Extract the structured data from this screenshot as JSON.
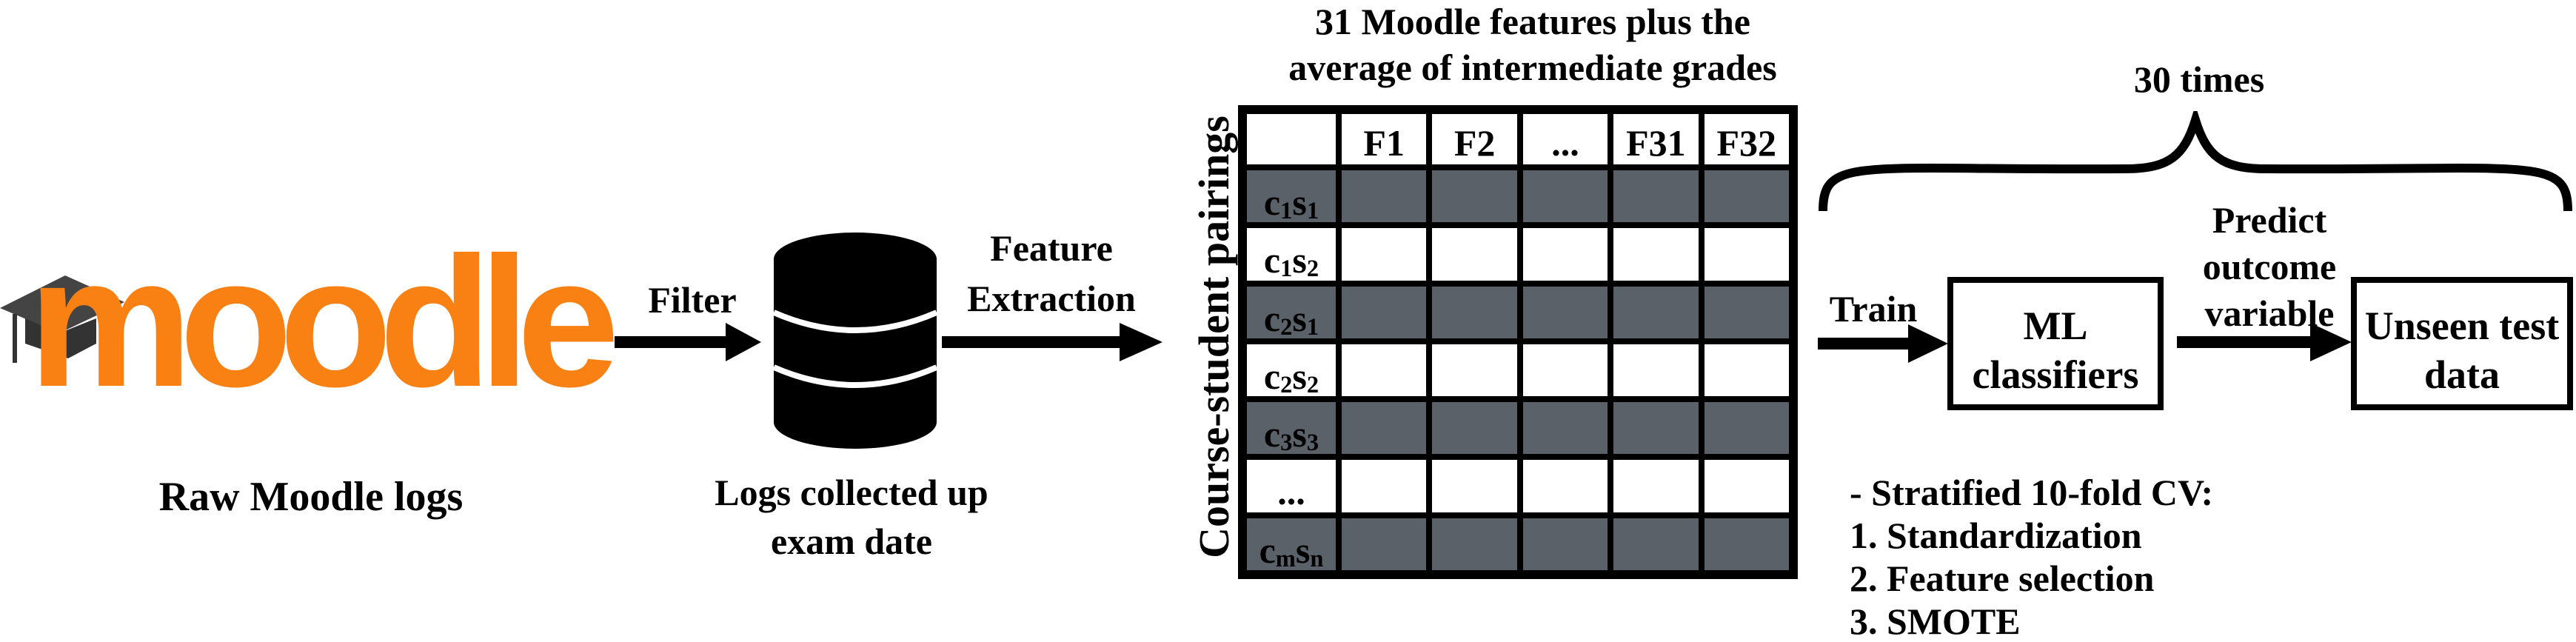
{
  "logo": {
    "text": "moodle",
    "color": "#f98012"
  },
  "raw_logs_label": "Raw Moodle logs",
  "filter_label": "Filter",
  "db_label_line1": "Logs collected up",
  "db_label_line2": "exam date",
  "feature_extraction_line1": "Feature",
  "feature_extraction_line2": "Extraction",
  "matrix_title_line1": "31 Moodle features plus the",
  "matrix_title_line2": "average of intermediate grades",
  "y_axis_label": "Course-student pairings",
  "columns": [
    "F1",
    "F2",
    "...",
    "F31",
    "F32"
  ],
  "rows": [
    {
      "c": "c",
      "csub": "1",
      "s": "s",
      "ssub": "1",
      "shaded": true
    },
    {
      "c": "c",
      "csub": "1",
      "s": "s",
      "ssub": "2",
      "shaded": false
    },
    {
      "c": "c",
      "csub": "2",
      "s": "s",
      "ssub": "1",
      "shaded": true
    },
    {
      "c": "c",
      "csub": "2",
      "s": "s",
      "ssub": "2",
      "shaded": false
    },
    {
      "c": "c",
      "csub": "3",
      "s": "s",
      "ssub": "3",
      "shaded": true
    },
    {
      "c": "...",
      "csub": "",
      "s": "",
      "ssub": "",
      "shaded": false
    },
    {
      "c": "c",
      "csub": "m",
      "s": "s",
      "ssub": "n",
      "shaded": true
    }
  ],
  "repeat_label": "30 times",
  "train_label": "Train",
  "ml_box_line1": "ML",
  "ml_box_line2": "classifiers",
  "predict_line1": "Predict",
  "predict_line2": "outcome",
  "predict_line3": "variable",
  "test_box_line1": "Unseen test",
  "test_box_line2": "data",
  "cv_title": "- Stratified 10-fold CV:",
  "cv_steps": [
    "1. Standardization",
    "2. Feature selection",
    "3. SMOTE"
  ],
  "colors": {
    "shaded_cell": "#5b6169",
    "logo_orange": "#f98012"
  }
}
